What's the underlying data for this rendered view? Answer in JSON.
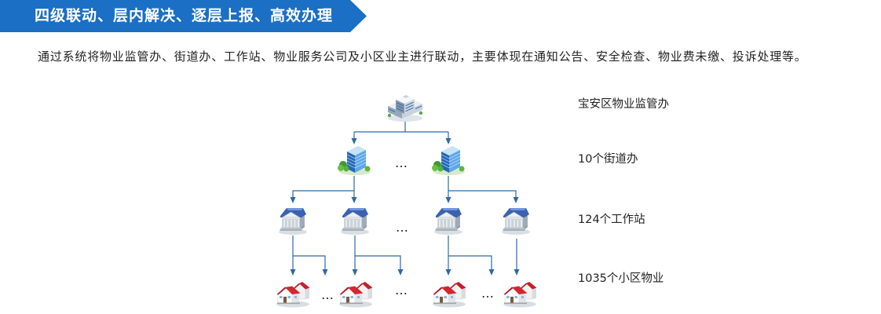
{
  "banner": {
    "title": "四级联动、层内解决、逐层上报、高效办理",
    "color": "#1b6fc4"
  },
  "intro": "通过系统将物业监管办、街道办、工作站、物业服务公司及小区业主进行联动，主要体现在通知公告、安全检查、物业费未缴、投诉处理等。",
  "hierarchy": {
    "ellipsis": "…",
    "connector_color": "#2f6aa3",
    "levels": [
      {
        "label": "宝安区物业监管办",
        "icon": "office-building-icon"
      },
      {
        "label": "10个街道办",
        "icon": "street-office-icon"
      },
      {
        "label": "124个工作站",
        "icon": "workstation-icon"
      },
      {
        "label": "1035个小区物业",
        "icon": "residential-house-icon"
      }
    ]
  }
}
